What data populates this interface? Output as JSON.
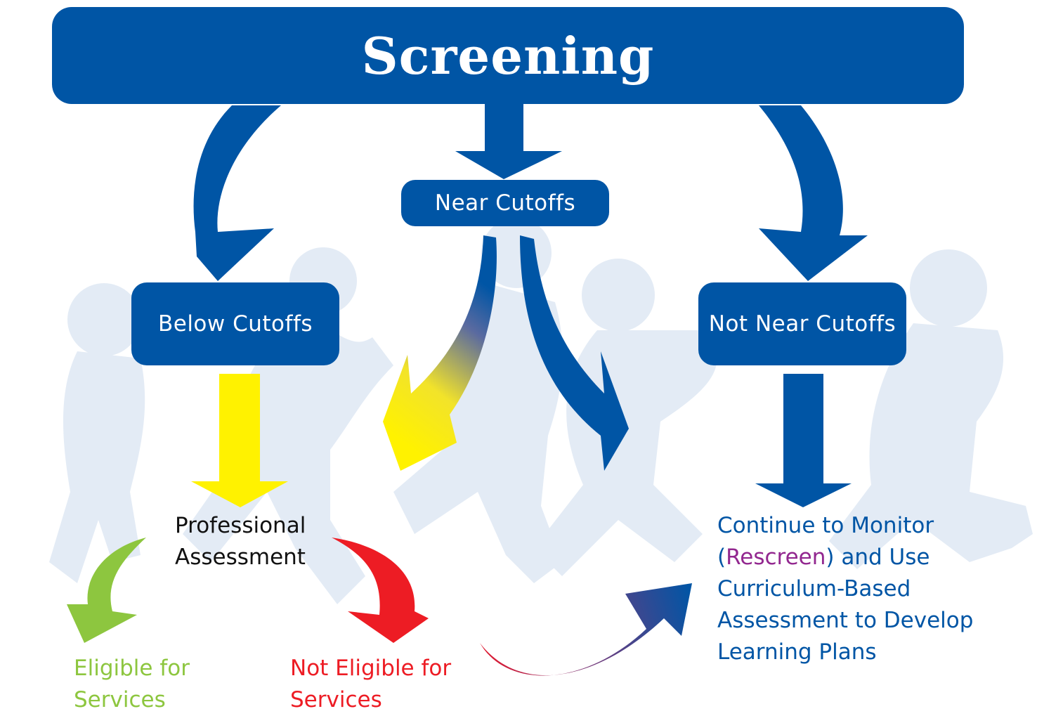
{
  "title": "Screening",
  "nodes": {
    "near": "Near Cutoffs",
    "below": "Below Cutoffs",
    "not_near": "Not Near Cutoffs"
  },
  "outcomes": {
    "professional": [
      "Professional",
      "Assessment"
    ],
    "eligible": [
      "Eligible for",
      "Services"
    ],
    "not_eligible": [
      "Not Eligible for",
      "Services"
    ],
    "monitor": {
      "line1": "Continue to Monitor",
      "line2_open": "(",
      "line2_rescreen": "Rescreen",
      "line2_rest": ") and Use",
      "line3": "Curriculum-Based",
      "line4": "Assessment to Develop",
      "line5": "Learning Plans"
    }
  },
  "colors": {
    "primary_blue": "#0055a5",
    "silhouette": "#e3ebf5",
    "yellow": "#fff200",
    "green": "#8dc63f",
    "red": "#ed1c24",
    "purple": "#92278f"
  }
}
